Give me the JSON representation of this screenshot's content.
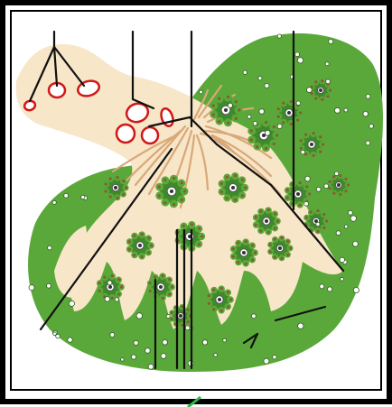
{
  "colors": {
    "background": "#ffffff",
    "frame": "#000000",
    "tissue_green": "#5aa83a",
    "tissue_green_dark": "#3e8a2a",
    "lumen_cream": "#f7e6c8",
    "fiber_tan": "#d8a878",
    "granule_red": "#d01818",
    "cell_white": "#ffffff",
    "pointer_line": "#111111",
    "arrow_green": "#2bb84a"
  },
  "icons": {
    "vessel_shape": "red-outlined-ellipse",
    "cluster_shape": "green-scalloped-cell-cluster",
    "cell_shape": "white-circle-with-dark-nucleus"
  }
}
